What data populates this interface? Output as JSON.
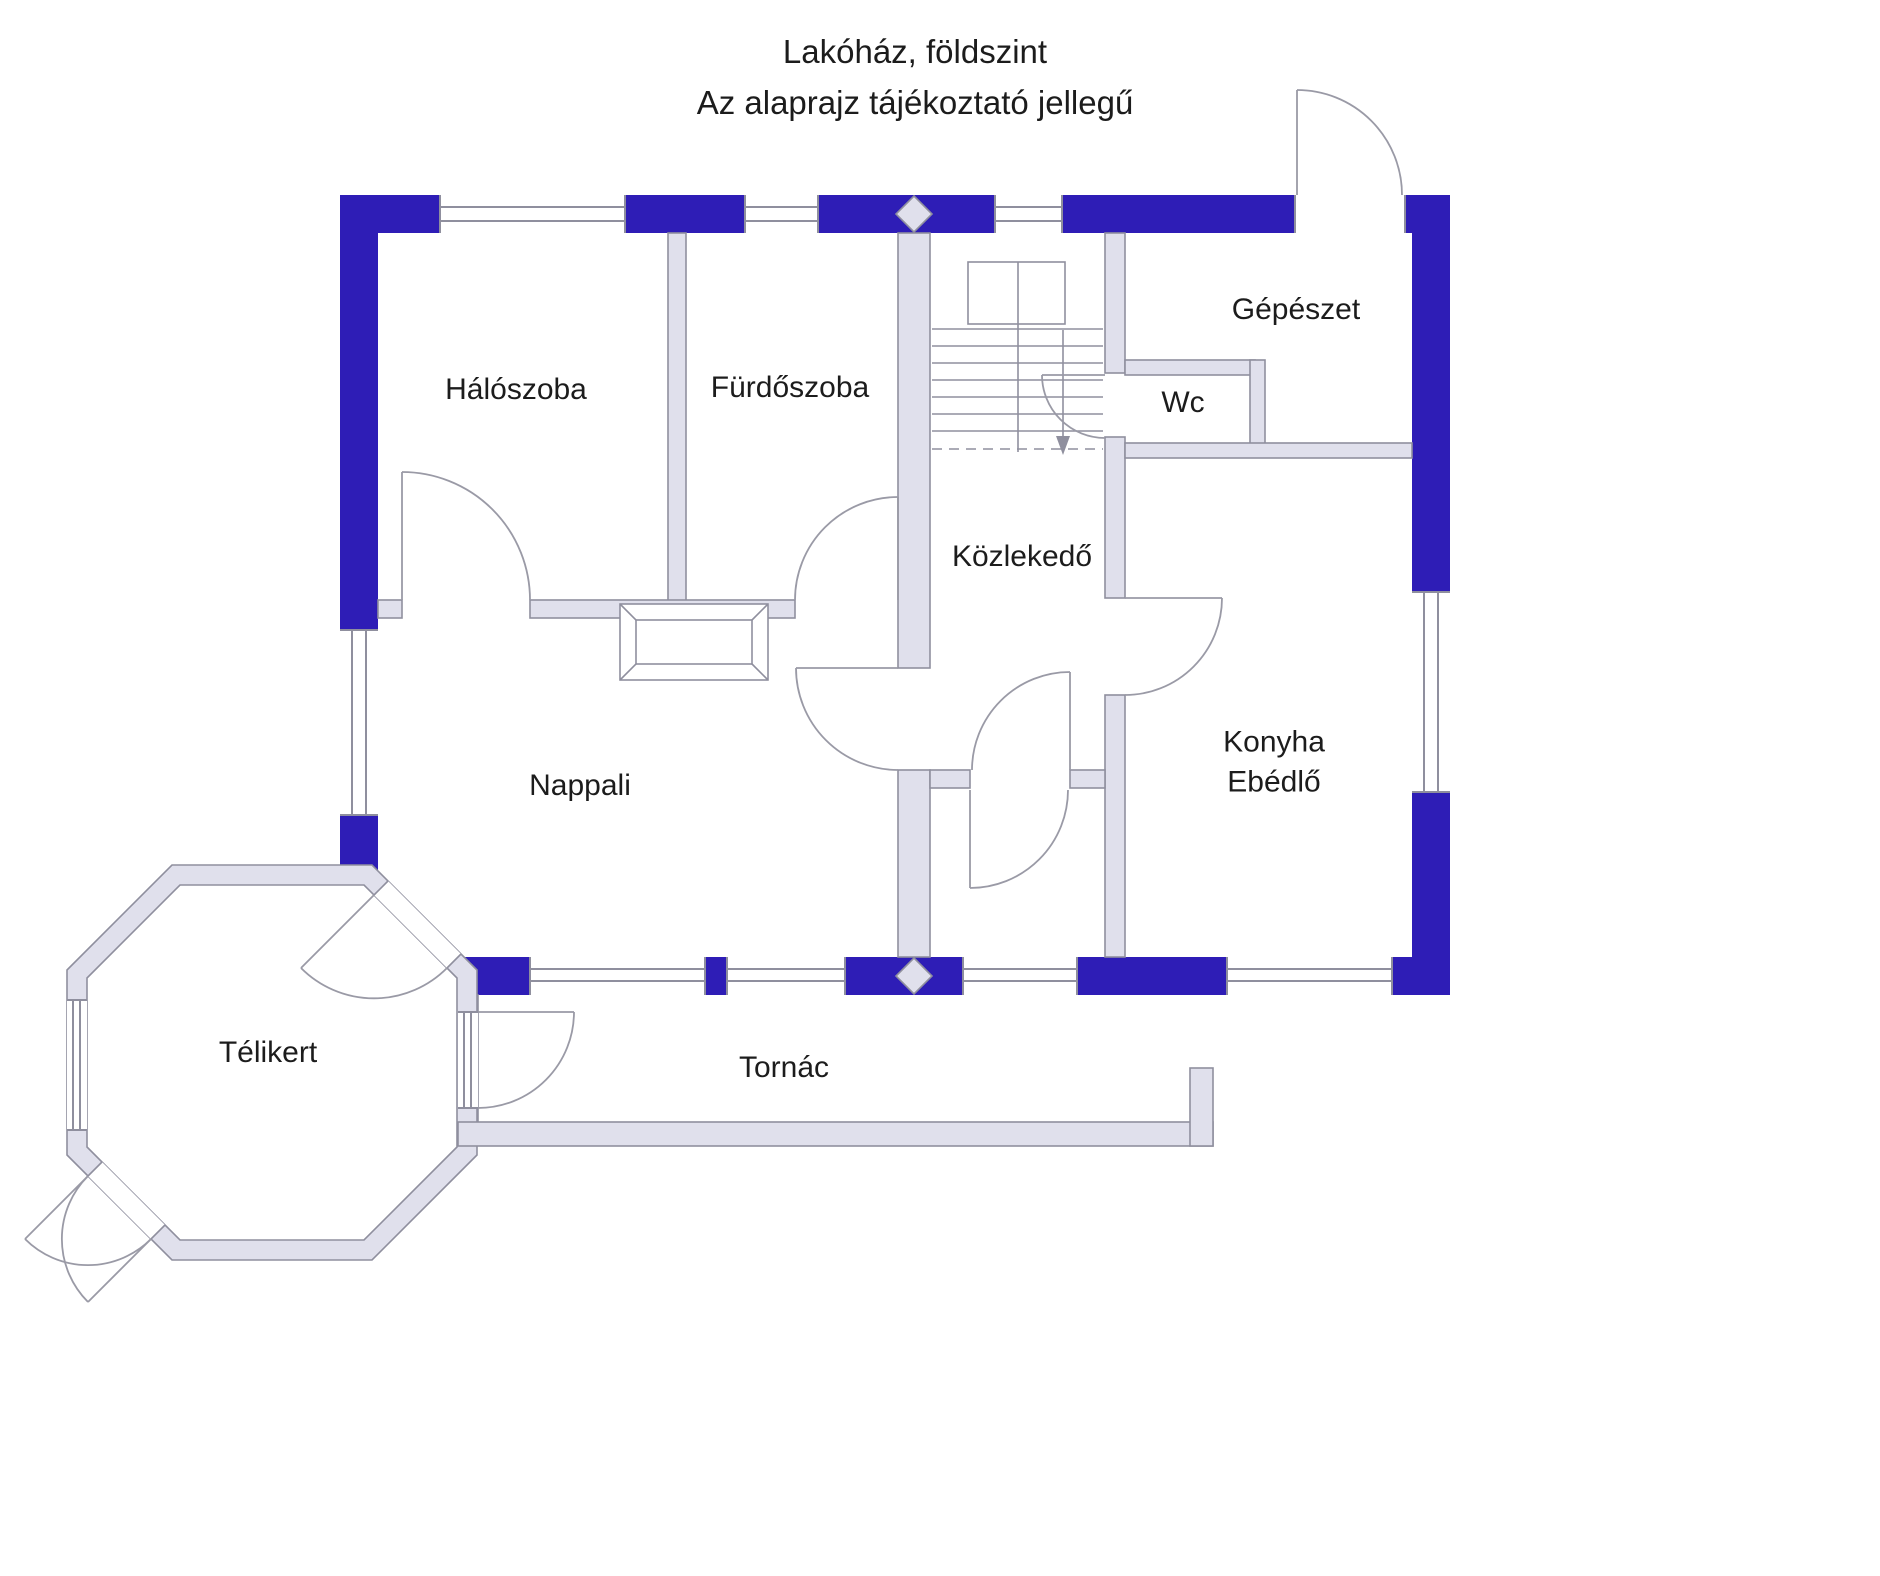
{
  "title": {
    "line1": "Lakóház, földszint",
    "line2": "Az alaprajz tájékoztató jellegű"
  },
  "rooms": {
    "haloszoba": "Hálószoba",
    "furdoszoba": "Fürdőszoba",
    "gepeszet": "Gépészet",
    "wc": "Wc",
    "kozlekedo": "Közlekedő",
    "nappali": "Nappali",
    "konyha_line1": "Konyha",
    "konyha_line2": "Ebédlő",
    "telikert": "Télikert",
    "tornac": "Tornác"
  },
  "colors": {
    "main_wall": "#2e1db6",
    "partition_wall": "#e0e0ec",
    "outline": "#8f8f9e",
    "arc": "#9a9aa6",
    "text": "#1c1c1c",
    "bg": "#ffffff"
  }
}
